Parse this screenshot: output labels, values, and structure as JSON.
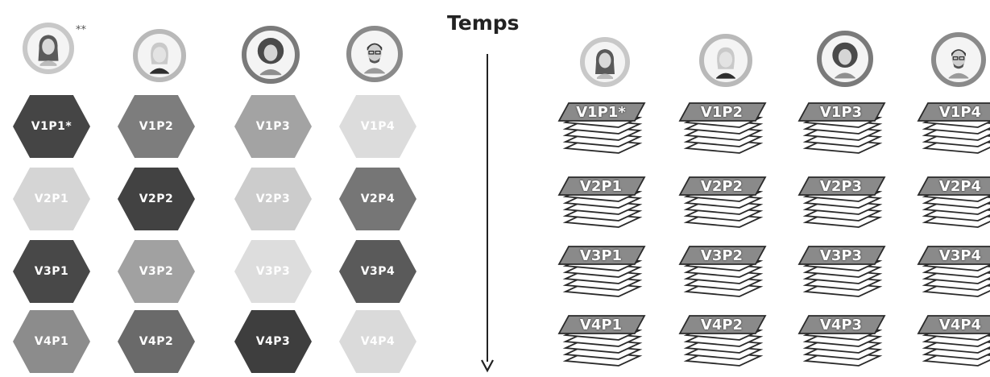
{
  "title": "Temps",
  "avatar_note": "**",
  "avatars": [
    {
      "icon": "woman-long-hair-avatar",
      "ring": "#c8c8c8"
    },
    {
      "icon": "woman-blonde-avatar",
      "ring": "#b9b9b9"
    },
    {
      "icon": "woman-curly-hair-avatar",
      "ring": "#7a7a7a"
    },
    {
      "icon": "man-glasses-avatar",
      "ring": "#8a8a8a"
    }
  ],
  "hex_grid": [
    [
      {
        "label": "V1P1*",
        "color": "#454545"
      },
      {
        "label": "V1P2",
        "color": "#7d7d7d"
      },
      {
        "label": "V1P3",
        "color": "#a3a3a3"
      },
      {
        "label": "V1P4",
        "color": "#dcdcdc"
      }
    ],
    [
      {
        "label": "V2P1",
        "color": "#d5d5d5"
      },
      {
        "label": "V2P2",
        "color": "#424242"
      },
      {
        "label": "V2P3",
        "color": "#cccccc"
      },
      {
        "label": "V2P4",
        "color": "#767676"
      }
    ],
    [
      {
        "label": "V3P1",
        "color": "#484848"
      },
      {
        "label": "V3P2",
        "color": "#a1a1a1"
      },
      {
        "label": "V3P3",
        "color": "#dddddd"
      },
      {
        "label": "V3P4",
        "color": "#5a5a5a"
      }
    ],
    [
      {
        "label": "V4P1",
        "color": "#8c8c8c"
      },
      {
        "label": "V4P2",
        "color": "#6a6a6a"
      },
      {
        "label": "V4P3",
        "color": "#3e3e3e"
      },
      {
        "label": "V4P4",
        "color": "#dadada"
      }
    ]
  ],
  "stack_grid": [
    [
      "V1P1*",
      "V1P2",
      "V1P3",
      "V1P4"
    ],
    [
      "V2P1",
      "V2P2",
      "V2P3",
      "V2P4"
    ],
    [
      "V3P1",
      "V3P2",
      "V3P3",
      "V3P4"
    ],
    [
      "V4P1",
      "V4P2",
      "V4P3",
      "V4P4"
    ]
  ],
  "stack_color": "#8a8a8a"
}
